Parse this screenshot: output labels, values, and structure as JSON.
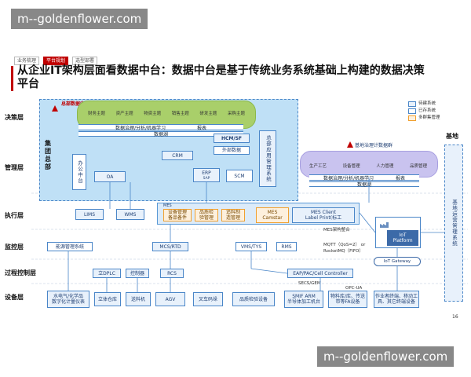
{
  "watermark_top": "m--goldenflower.com",
  "watermark_bottom": "m--goldenflower.com",
  "header_tabs": [
    "业务梳理",
    "平台规划",
    "选型部署"
  ],
  "active_tab_index": 1,
  "title": "从企业IT架构层面看数据中台：数据中台是基于传统业务系统基础上构建的数据决策平台",
  "page_number": "16",
  "levels": [
    "决策层",
    "管理层",
    "执行层",
    "监控层",
    "过程控制层",
    "设备层"
  ],
  "legend": [
    {
      "label": "待建系统",
      "color": "#e8f1fb"
    },
    {
      "label": "已存系统",
      "color": "#ffffff"
    },
    {
      "label": "多群集管理",
      "color": "#fdf0dd"
    }
  ],
  "hq": {
    "label": "总部数据中台",
    "group_label": "集团总部",
    "themes": [
      "财务主题",
      "资产主题",
      "物资主题",
      "销售主题",
      "研发主题",
      "采购主题"
    ],
    "report": "报表",
    "analysis": "数据治理/分析/机器学习",
    "lake": "数据湖",
    "external": "外部数据",
    "vertical_right": "总部应用管理系统",
    "vertical_left": "办公中台"
  },
  "base": {
    "label": "基地",
    "platform_label": "基地治理计数据群",
    "themes": [
      "生产工艺",
      "设备管理",
      "人力管理",
      "品质管理"
    ],
    "analysis": "数据治理/分析/机器学习",
    "report": "报表",
    "lake": "数据湖",
    "vertical": "基地运营管理系统"
  },
  "systems": {
    "hcm": "HCM/SF",
    "crm": "CRM",
    "oa": "OA",
    "erp": "ERP",
    "erp_sub": "SAP",
    "scm": "SCM",
    "lims": "LIMS",
    "wms": "WMS",
    "mes_modules": [
      "设备管理\n备品备件",
      "品质检\n验管理",
      "追料制\n造管理"
    ],
    "mes_mark": "MES",
    "mes_camstar": "MES\nCamstar",
    "mes_client": "MES Client\nLabel Print(标工",
    "mes_note": "MES架构整合",
    "iot_platform": "IoT\nPlatform",
    "energy": "能源管理系统",
    "mcs": "MCS/RTD",
    "vms": "VMS/TYS",
    "rms": "RMS",
    "mqtt": "MQTT（QoS=2） or\nRocketMQ（FIFO）",
    "iot_gateway": "IoT Gateway",
    "secs": "SECS/GEM",
    "opc": "OPC-UA",
    "dplc": "立DPLC",
    "ctrl": "控制器",
    "rcs": "RCS",
    "eap": "EAP/PAC/Cell Controller",
    "devices": [
      "水电气/化学品\n数字化计量仪表",
      "立体仓库",
      "送料机",
      "AGV",
      "叉车码垛",
      "品质检验设备",
      "SMIF ARM\n半导体加工机台",
      "物料库/库、传送\n带等FA设备",
      "作业者终端、移动工\n具、其它终端设备"
    ]
  }
}
